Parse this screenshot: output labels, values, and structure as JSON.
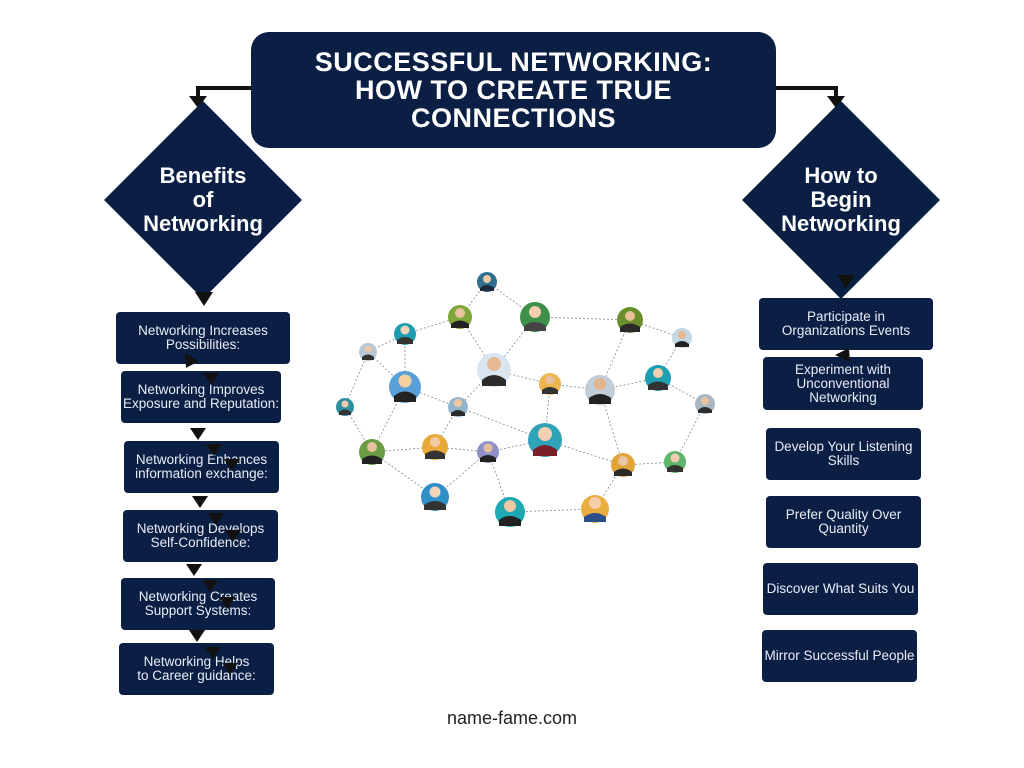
{
  "title": {
    "line1": "SUCCESSFUL NETWORKING:",
    "line2": "HOW TO CREATE TRUE",
    "line3": "CONNECTIONS"
  },
  "left": {
    "heading": [
      "Benefits",
      "of",
      "Networking"
    ],
    "items": [
      [
        "Networking Increases",
        "Possibilities:"
      ],
      [
        "Networking Improves",
        "Exposure and Reputation:"
      ],
      [
        "Networking Enhances",
        "information exchange:"
      ],
      [
        "Networking Develops",
        "Self-Confidence:"
      ],
      [
        "Networking Creates",
        "Support Systems:"
      ],
      [
        "Networking Helps",
        "to Career guidance:"
      ]
    ]
  },
  "right": {
    "heading": [
      "How to",
      "Begin",
      "Networking"
    ],
    "items": [
      [
        "Participate in",
        "Organizations Events"
      ],
      [
        "Experiment with",
        "Unconventional",
        "Networking"
      ],
      [
        "Develop Your Listening",
        "Skills"
      ],
      [
        "Prefer Quality Over",
        "Quantity"
      ],
      [
        "Discover What Suits You"
      ],
      [
        "Mirror Successful People"
      ]
    ]
  },
  "footer": "name-fame.com",
  "colors": {
    "navy": "#0b1f45",
    "arrow": "#111111"
  }
}
